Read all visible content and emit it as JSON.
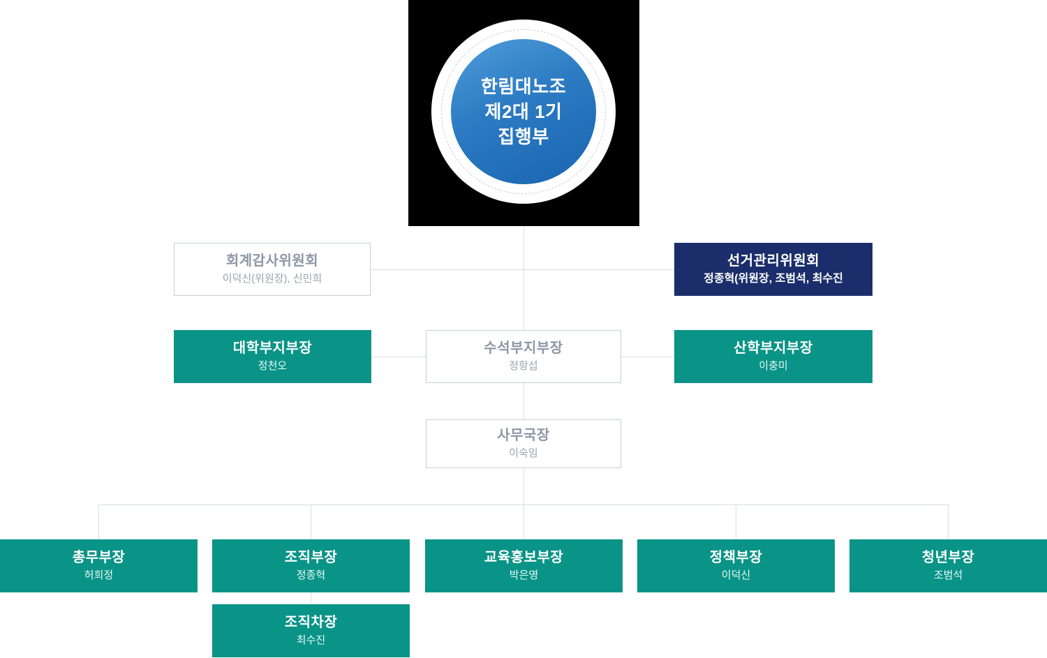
{
  "colors": {
    "teal": "#099487",
    "navy": "#1b2e6b",
    "circle_blue": "#2b7ac2",
    "backdrop_black": "#000000",
    "muted_text": "#8d97a5",
    "connector_line": "#d9dde0"
  },
  "root_node": {
    "lines": [
      "한림대노조",
      "제2대 1기",
      "집행부"
    ]
  },
  "nodes": {
    "audit": {
      "title": "회계감사위원회",
      "members": "이덕신(위원장), 신민희"
    },
    "election": {
      "title": "선거관리위원회",
      "members": "정종혁(위원장, 조범석, 최수진"
    },
    "univ_deputy": {
      "title": "대학부지부장",
      "members": "정천오"
    },
    "senior_deputy": {
      "title": "수석부지부장",
      "members": "정항섭"
    },
    "industry_deputy": {
      "title": "산학부지부장",
      "members": "이충미"
    },
    "secretary": {
      "title": "사무국장",
      "members": "이숙임"
    },
    "general_affairs": {
      "title": "총무부장",
      "members": "허희정"
    },
    "organization": {
      "title": "조직부장",
      "members": "정종혁"
    },
    "education_pr": {
      "title": "교육홍보부장",
      "members": "박은영"
    },
    "policy": {
      "title": "정책부장",
      "members": "이덕신"
    },
    "youth": {
      "title": "청년부장",
      "members": "조범석"
    },
    "org_deputy": {
      "title": "조직차장",
      "members": "최수진"
    }
  }
}
